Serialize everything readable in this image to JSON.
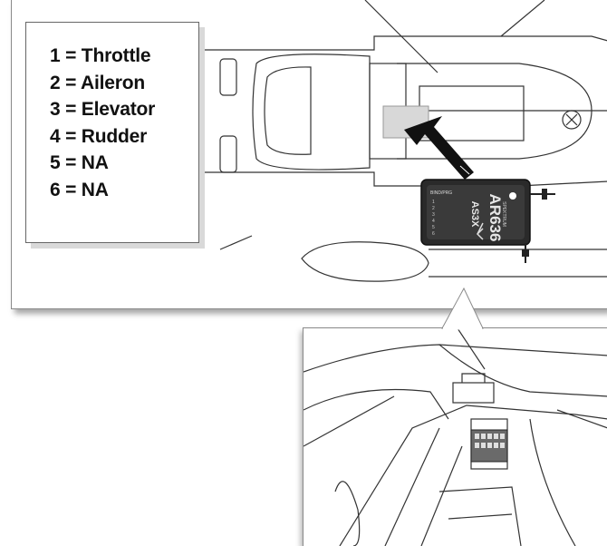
{
  "legend": {
    "items": [
      "1 = Throttle",
      "2 = Aileron",
      "3 = Elevator",
      "4 = Rudder",
      "5 = NA",
      "6 = NA"
    ]
  },
  "receiver": {
    "brand": "SPEKTRUM",
    "model": "AR636",
    "tech": "AS3X",
    "bind_label": "BIND/PRG",
    "ports": [
      "1",
      "2",
      "3",
      "4",
      "5",
      "6"
    ]
  }
}
